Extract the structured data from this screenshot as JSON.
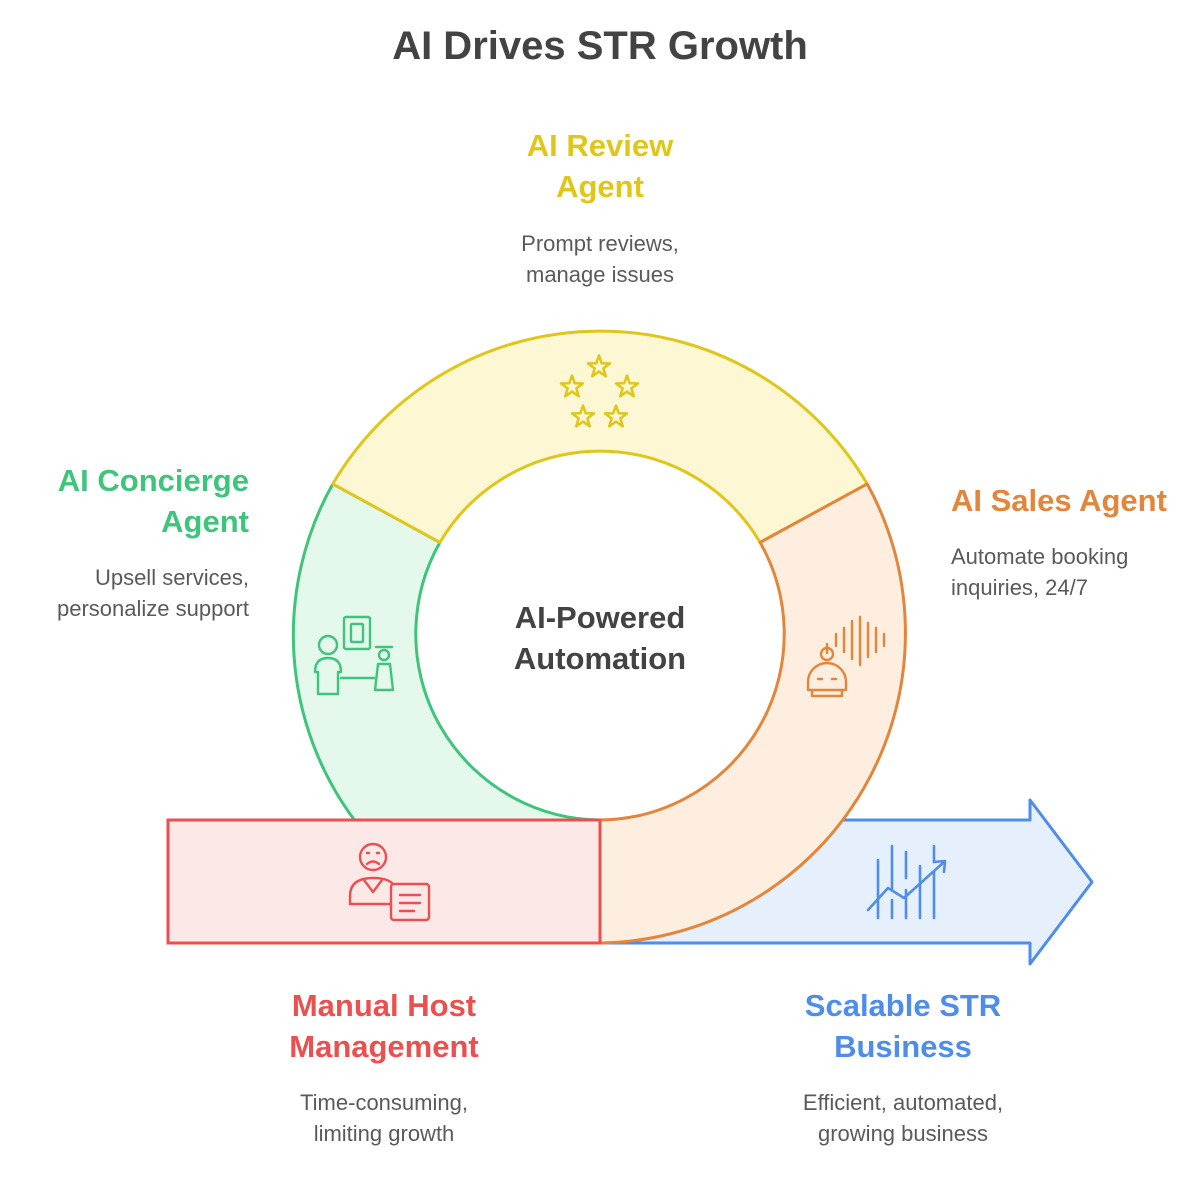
{
  "title": "AI Drives STR Growth",
  "center": {
    "line1": "AI-Powered",
    "line2": "Automation"
  },
  "review": {
    "title_line1": "AI Review",
    "title_line2": "Agent",
    "desc_line1": "Prompt reviews,",
    "desc_line2": "manage issues",
    "icon": "stars-icon",
    "color": "#e0c61a",
    "fill": "#fdf8d3"
  },
  "concierge": {
    "title_line1": "AI Concierge",
    "title_line2": "Agent",
    "desc_line1": "Upsell services,",
    "desc_line2": "personalize support",
    "icon": "concierge-desk-icon",
    "color": "#3fc47c",
    "fill": "#e4f8ec"
  },
  "sales": {
    "title": "AI Sales Agent",
    "desc_line1": "Automate booking",
    "desc_line2": "inquiries, 24/7",
    "icon": "robot-soundwave-icon",
    "color": "#e3853a",
    "fill": "#fdeedf"
  },
  "manual": {
    "title_line1": "Manual Host",
    "title_line2": "Management",
    "desc_line1": "Time-consuming,",
    "desc_line2": "limiting growth",
    "icon": "stressed-host-document-icon",
    "color": "#e9504f",
    "fill": "#fde8e8"
  },
  "scalable": {
    "title_line1": "Scalable STR",
    "title_line2": "Business",
    "desc_line1": "Efficient, automated,",
    "desc_line2": "growing business",
    "icon": "growth-chart-icon",
    "color": "#4f8de9",
    "fill": "#e6effc"
  }
}
